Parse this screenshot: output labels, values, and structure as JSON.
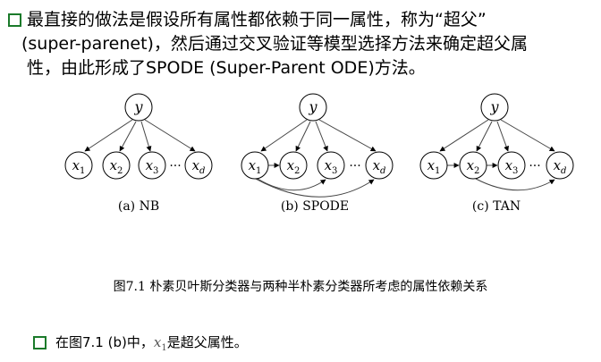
{
  "paragraph": {
    "line1": "最直接的做法是假设所有属性都依赖于同一属性，称为“超父”",
    "line2": "(super-parenet)，然后通过交叉验证等模型选择方法来确定超父属",
    "line3": "性，由此形成了SPODE (Super-Parent ODE)方法。"
  },
  "diagrams": [
    {
      "caption": "(a) NB",
      "parent": "y",
      "children": [
        "x1",
        "x2",
        "x3",
        "···",
        "xd"
      ]
    },
    {
      "caption": "(b) SPODE",
      "parent": "y",
      "children": [
        "x1",
        "x2",
        "x3",
        "···",
        "xd"
      ]
    },
    {
      "caption": "(c) TAN",
      "parent": "y",
      "children": [
        "x1",
        "x2",
        "x3",
        "···",
        "xd"
      ]
    }
  ],
  "figure_caption": "图7.1 朴素贝叶斯分类器与两种半朴素分类器所考虑的属性依赖关系",
  "note": {
    "prefix": "在图7.1 (b)中，",
    "var_letter": "x",
    "var_sub": "1",
    "suffix": "是超父属性。"
  },
  "colors": {
    "bullet": "#1a7a2a",
    "text": "#000000"
  }
}
